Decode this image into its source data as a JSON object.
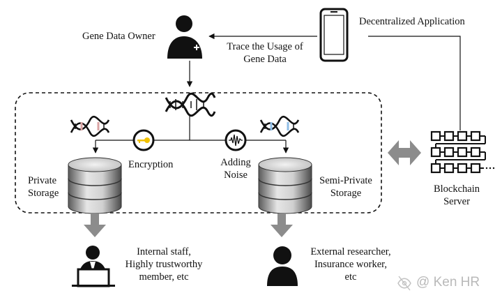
{
  "labels": {
    "gene_data_owner": "Gene Data Owner",
    "decentralized_application": "Decentralized Application",
    "trace_line1": "Trace the Usage of",
    "trace_line2": "Gene Data",
    "encryption": "Encryption",
    "adding_line1": "Adding",
    "adding_line2": "Noise",
    "private_line1": "Private",
    "private_line2": "Storage",
    "semi_line1": "Semi-Private",
    "semi_line2": "Storage",
    "blockchain_line1": "Blockchain",
    "blockchain_line2": "Server",
    "internal_line1": "Internal staff,",
    "internal_line2": "Highly trustworthy",
    "internal_line3": "member, etc",
    "external_line1": "External researcher,",
    "external_line2": "Insurance worker,",
    "external_line3": "etc"
  },
  "watermark": "Ken HR",
  "colors": {
    "line": "#111111",
    "gray_arrow": "#8c8c8c",
    "dna_main": "#111111",
    "dna_private_accent": "#d9a3a3",
    "dna_semi_accent": "#8fbde6",
    "key": "#f2c200",
    "cylinder_light": "#d9d9d9",
    "cylinder_dark": "#4d4d4d"
  },
  "icons": {
    "owner": "doctor-person-icon",
    "app": "smartphone-icon",
    "dna": "dna-helix-icon",
    "encryption": "key-icon",
    "noise": "sound-wave-icon",
    "storage": "database-cylinder-icon",
    "blockchain": "blockchain-grid-icon",
    "internal": "staff-person-icon",
    "external": "person-icon"
  }
}
